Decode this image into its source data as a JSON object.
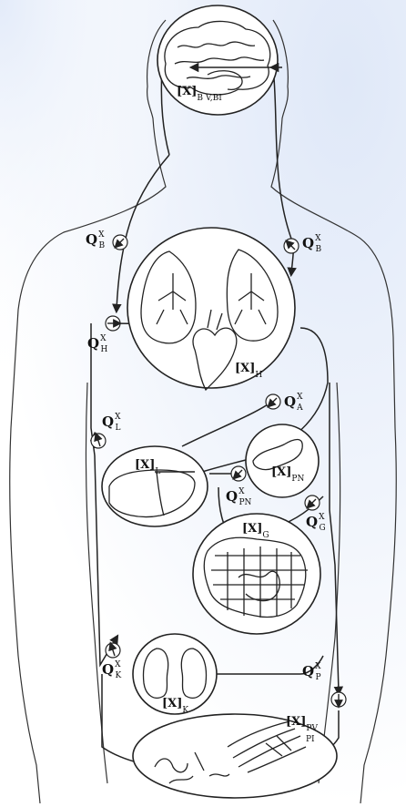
{
  "concentration_symbol": "[X]",
  "organs": {
    "brain": {
      "sub": "B V,BI"
    },
    "heart": {
      "sub": "H"
    },
    "liver": {
      "sub": "L"
    },
    "pancreas": {
      "sub": "PN"
    },
    "gut": {
      "sub": "G"
    },
    "kidney": {
      "sub": "K"
    },
    "periphery": {
      "sub_line1": "PV",
      "sub_line2": "PI"
    }
  },
  "flows": {
    "symbol": "Q",
    "superscript": "X",
    "brain_left": {
      "sub": "B"
    },
    "brain_right": {
      "sub": "B"
    },
    "heart": {
      "sub": "H"
    },
    "arterial": {
      "sub": "A"
    },
    "liver": {
      "sub": "L"
    },
    "pancreas": {
      "sub": "PN"
    },
    "gut": {
      "sub": "G"
    },
    "kidney": {
      "sub": "K"
    },
    "periphery": {
      "sub": "P"
    }
  },
  "colors": {
    "ink": "#222222",
    "wash": "#e6eefb"
  }
}
